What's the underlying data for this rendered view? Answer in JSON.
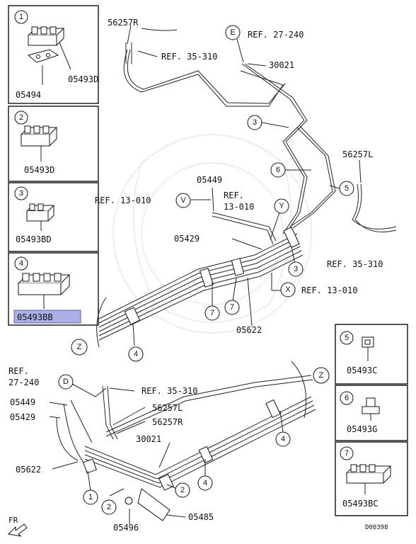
{
  "diagram": {
    "code": "D00398",
    "fr_label": "FR",
    "parts_labels": {
      "p56257R_top": "56257R",
      "ref_35_310_top": "REF. 35-310",
      "ref_27_240_top": "REF. 27-240",
      "p30021_top": "30021",
      "p56257L_top": "56257L",
      "p05449_top": "05449",
      "ref_13_010_left": "REF. 13-010",
      "ref_13_010_mid": "REF.",
      "ref_13_010_mid2": "13-010",
      "p05429_top": "05429",
      "ref_35_310_right": "REF. 35-310",
      "ref_13_010_x": "REF. 13-010",
      "p05622_top": "05622",
      "ref_27_240_bottom": "REF.",
      "ref_27_240_bottom2": "27-240",
      "ref_35_310_bottom": "REF. 35-310",
      "p05449_bottom": "05449",
      "p05429_bottom": "05429",
      "p56257L_bottom": "56257L",
      "p56257R_bottom": "56257R",
      "p30021_bottom": "30021",
      "p05622_bottom": "05622",
      "p05496": "05496",
      "p05485": "05485"
    },
    "letter_callouts": {
      "E": "E",
      "V": "V",
      "Y": "Y",
      "X": "X",
      "Z_left": "Z",
      "Z_right": "Z",
      "D": "D"
    },
    "number_callouts": {
      "n3_top": "3",
      "n6_top": "6",
      "n5_top": "5",
      "n3_mid": "3",
      "n7_a": "7",
      "n7_b": "7",
      "n4_top": "4",
      "n4_right": "4",
      "n4_bottom": "4",
      "n1_bottom": "1",
      "n2_bottom_a": "2",
      "n2_bottom_b": "2"
    },
    "legend_left": [
      {
        "num": "1",
        "parts": [
          "05493D",
          "05494"
        ]
      },
      {
        "num": "2",
        "parts": [
          "05493D"
        ]
      },
      {
        "num": "3",
        "parts": [
          "05493BD"
        ]
      },
      {
        "num": "4",
        "parts": [
          "05493BB"
        ]
      }
    ],
    "legend_right": [
      {
        "num": "5",
        "parts": [
          "05493C"
        ]
      },
      {
        "num": "6",
        "parts": [
          "05493G"
        ]
      },
      {
        "num": "7",
        "parts": [
          "05493BC"
        ]
      }
    ],
    "highlight_color": "#aab0e6"
  }
}
